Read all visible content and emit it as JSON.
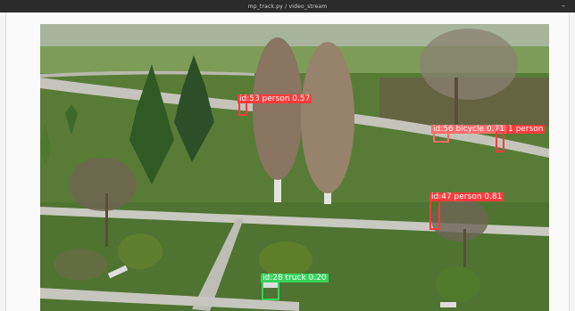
{
  "window": {
    "title": "mp_track.py / video_stream",
    "minimize_glyph": "–"
  },
  "colors": {
    "person": "#ff3b3b",
    "bicycle": "#ff6a6a",
    "truck": "#36d35a"
  },
  "detections": [
    {
      "id": "det-53",
      "label": "id:53 person 0.57",
      "cls": "person"
    },
    {
      "id": "det-56",
      "label": "id:56 bicycle 0.71",
      "cls": "bicycle"
    },
    {
      "id": "det-51",
      "label": "1 person",
      "cls": "person"
    },
    {
      "id": "det-47",
      "label": "id:47 person 0.81",
      "cls": "person"
    },
    {
      "id": "det-28",
      "label": "id:28 truck 0.20",
      "cls": "truck"
    }
  ]
}
